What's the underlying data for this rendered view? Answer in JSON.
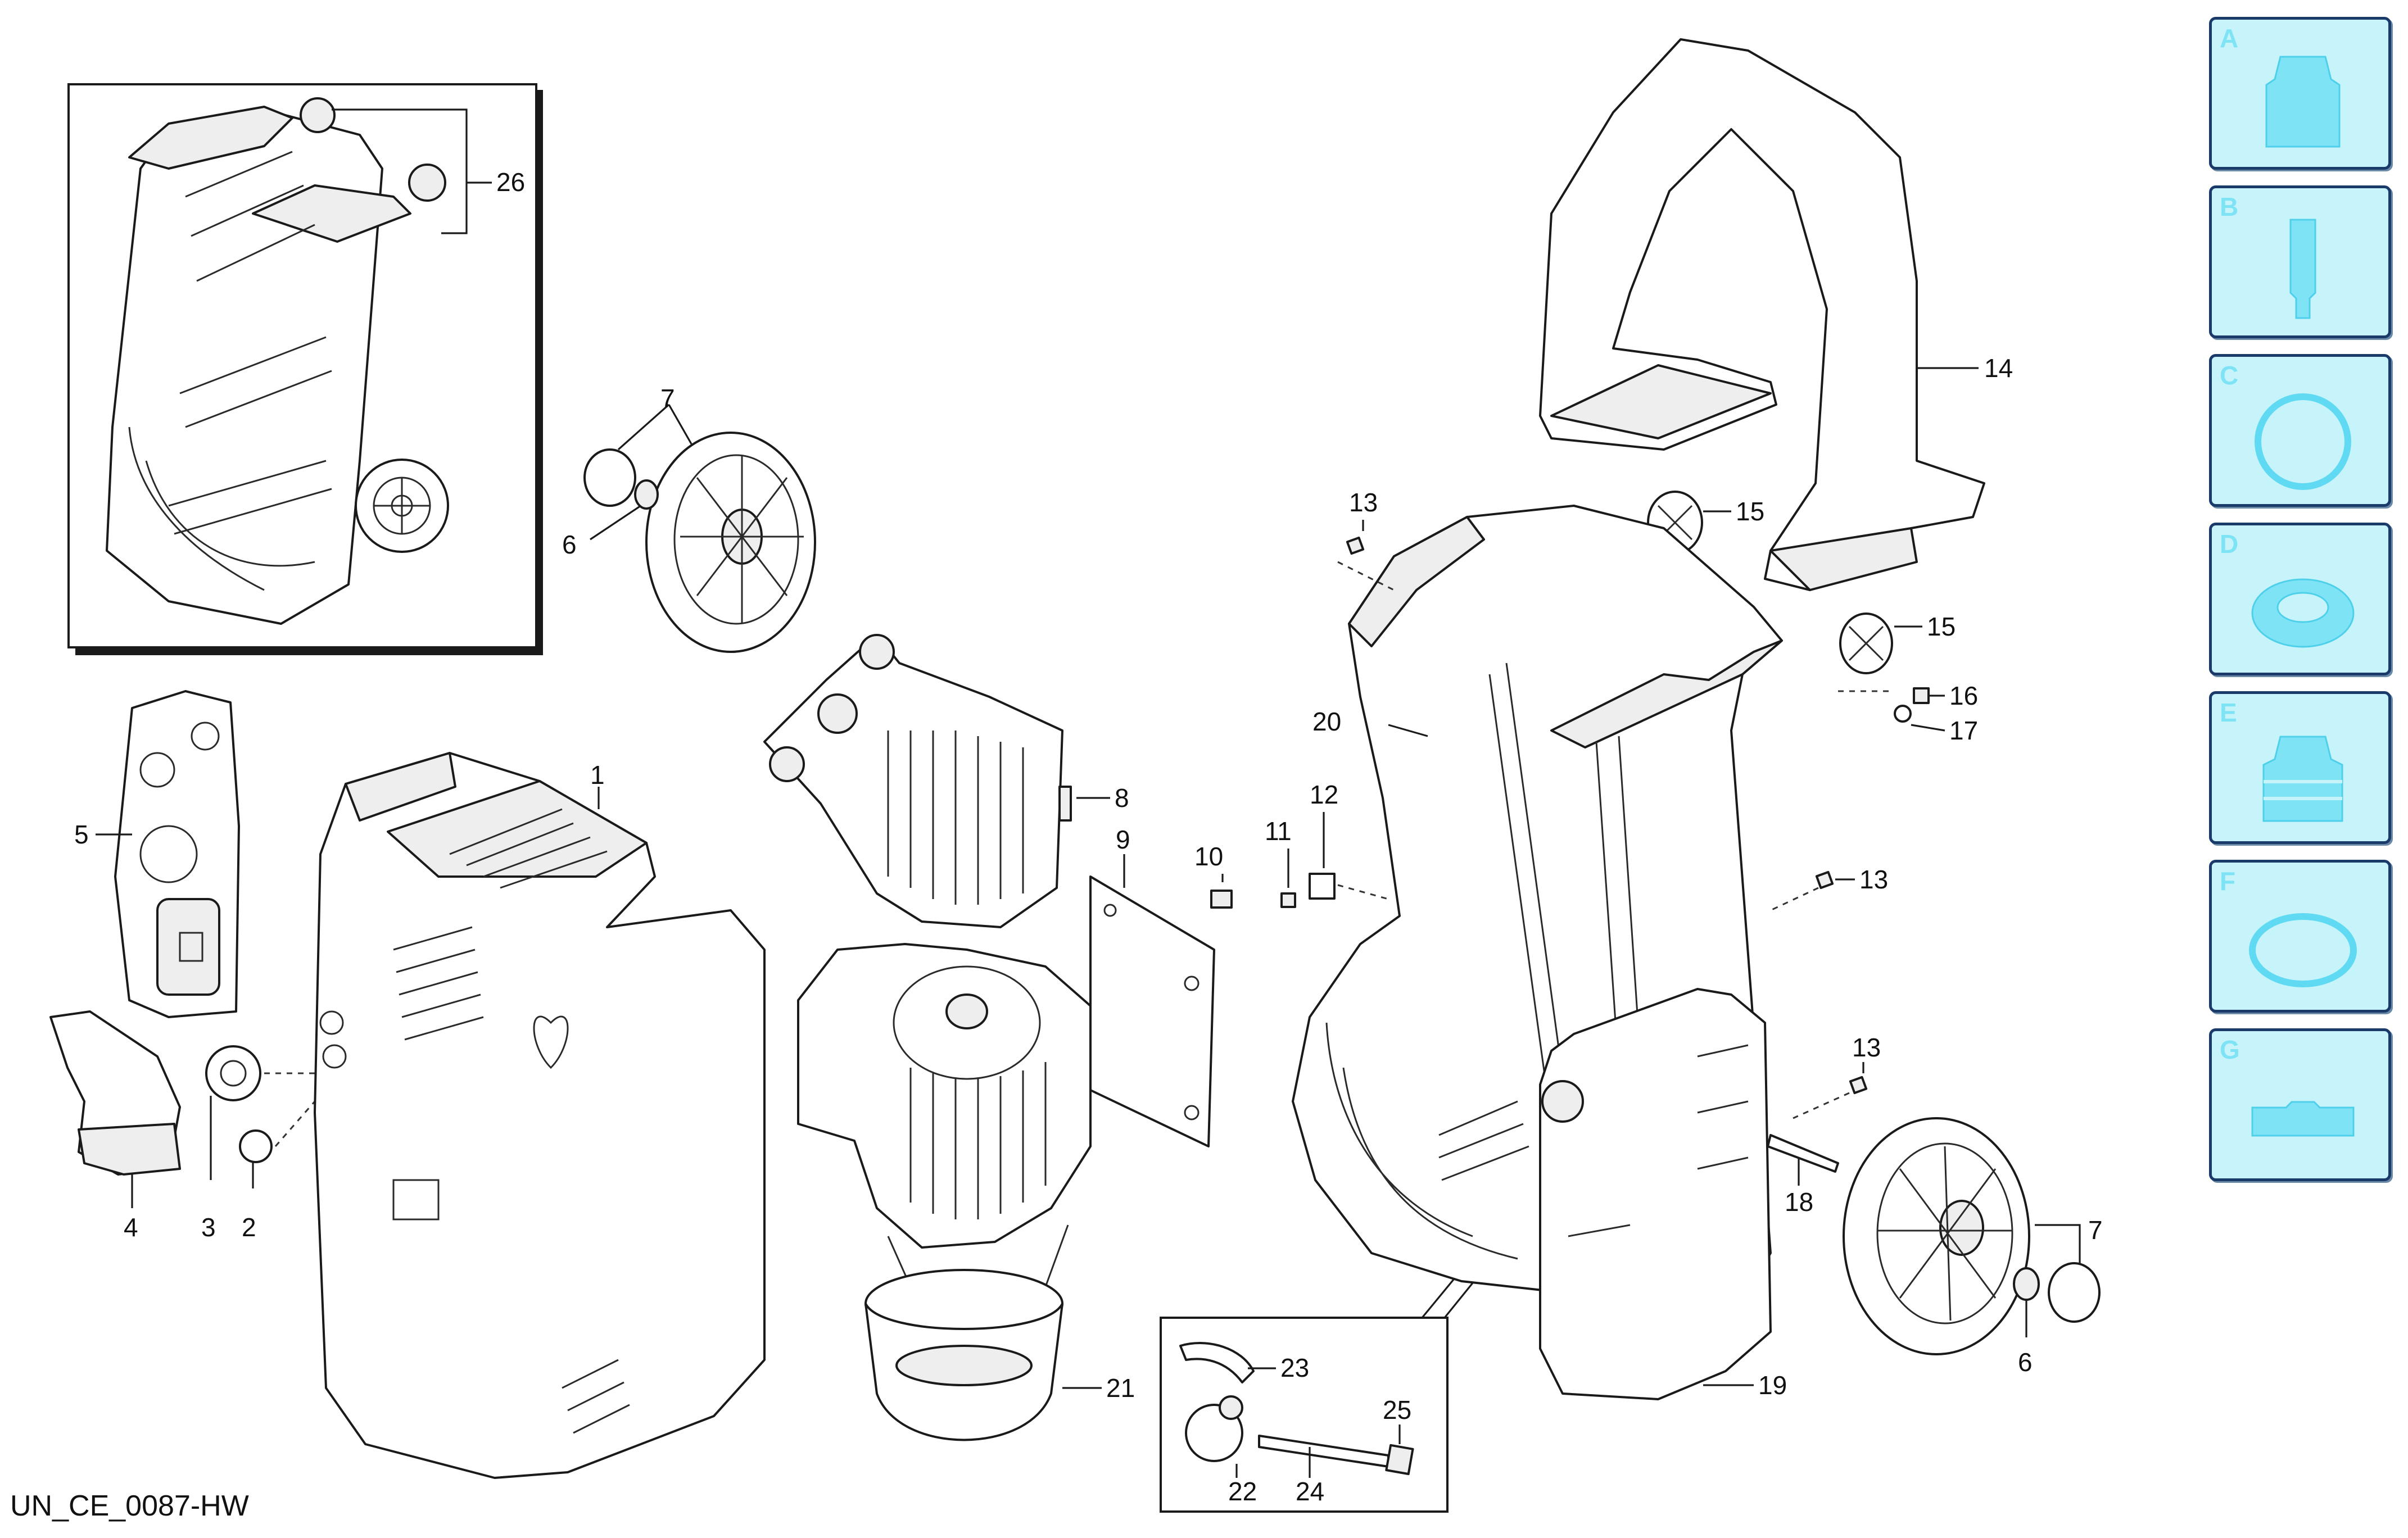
{
  "caption": "UN_CE_0087-HW",
  "callouts": {
    "inset_26": "26",
    "c1": "1",
    "c2": "2",
    "c3": "3",
    "c4": "4",
    "c5": "5",
    "c6a": "6",
    "c6b": "6",
    "c7a": "7",
    "c7b": "7",
    "c8": "8",
    "c9": "9",
    "c10": "10",
    "c11": "11",
    "c12": "12",
    "c13a": "13",
    "c13b": "13",
    "c13c": "13",
    "c14": "14",
    "c15a": "15",
    "c15b": "15",
    "c16": "16",
    "c17": "17",
    "c18": "18",
    "c19": "19",
    "c20": "20",
    "c21": "21",
    "c22": "22",
    "c23": "23",
    "c24": "24",
    "c25": "25"
  },
  "sidebar": {
    "items": [
      {
        "letter": "A",
        "icon": "nozzle-icon"
      },
      {
        "letter": "B",
        "icon": "lance-icon"
      },
      {
        "letter": "C",
        "icon": "ring-icon"
      },
      {
        "letter": "D",
        "icon": "seal-icon"
      },
      {
        "letter": "E",
        "icon": "bellows-icon"
      },
      {
        "letter": "F",
        "icon": "o-ring-icon"
      },
      {
        "letter": "G",
        "icon": "plate-icon"
      }
    ],
    "colors": {
      "fill": "#c7f3fb",
      "accent": "#7fe3f6",
      "border": "#1a3a6a"
    }
  }
}
